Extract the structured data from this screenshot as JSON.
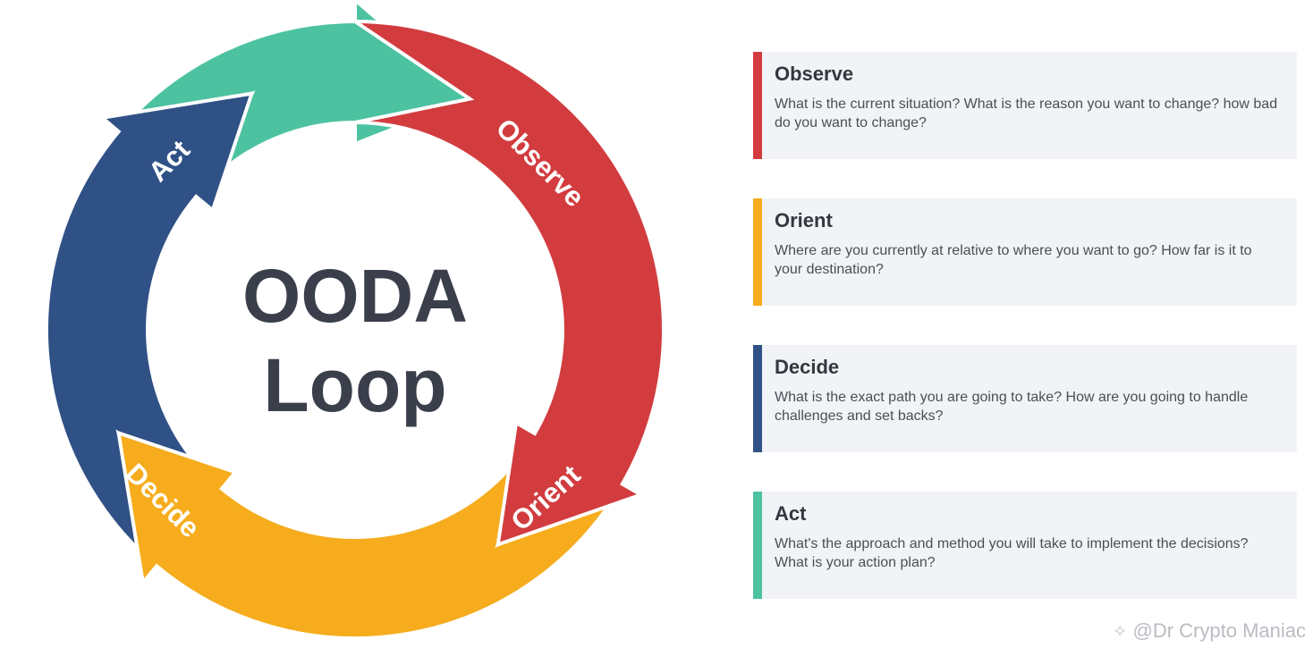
{
  "diagram": {
    "center_line1": "OODA",
    "center_line2": "Loop",
    "segments": [
      {
        "label": "Observe",
        "color": "#d23c3f"
      },
      {
        "label": "Orient",
        "color": "#f6ac1c"
      },
      {
        "label": "Decide",
        "color": "#2f5186"
      },
      {
        "label": "Act",
        "color": "#4cc2a0"
      }
    ]
  },
  "cards": [
    {
      "title": "Observe",
      "description": "What is the current situation? What is the reason you want to change? how bad do you want to change?",
      "accent": "#d23c3f"
    },
    {
      "title": "Orient",
      "description": "Where are you currently at relative to where you want to go? How far is it to your destination?",
      "accent": "#f6ac1c"
    },
    {
      "title": "Decide",
      "description": "What is the exact path you are going to take? How are you going to handle challenges and set backs?",
      "accent": "#2f5186"
    },
    {
      "title": "Act",
      "description": "What's the approach and method you will take to implement the decisions? What is your action plan?",
      "accent": "#4cc2a0"
    }
  ],
  "watermark": {
    "text": "@Dr Crypto Maniac",
    "icon": "binance-square-icon"
  }
}
